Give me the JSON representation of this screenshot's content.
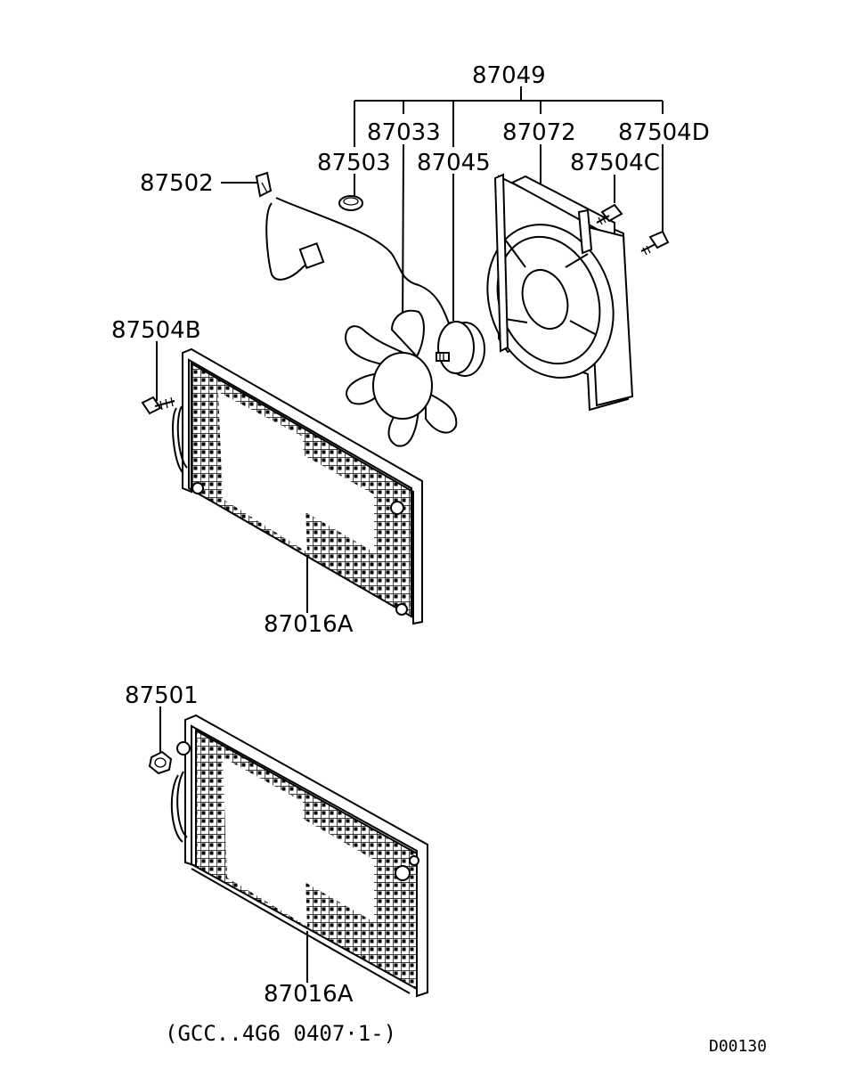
{
  "labels": {
    "assembly": "87049",
    "fan_shroud_cover": "87033",
    "shroud": "87072",
    "screw_d": "87504D",
    "clamp": "87503",
    "motor": "87045",
    "screw_c": "87504C",
    "harness_clip": "87502",
    "screw_b": "87504B",
    "condenser_top": "87016A",
    "nut": "87501",
    "condenser_bottom": "87016A"
  },
  "note": "(GCC..4G6 0407·1-)",
  "diagram_code": "D00130"
}
